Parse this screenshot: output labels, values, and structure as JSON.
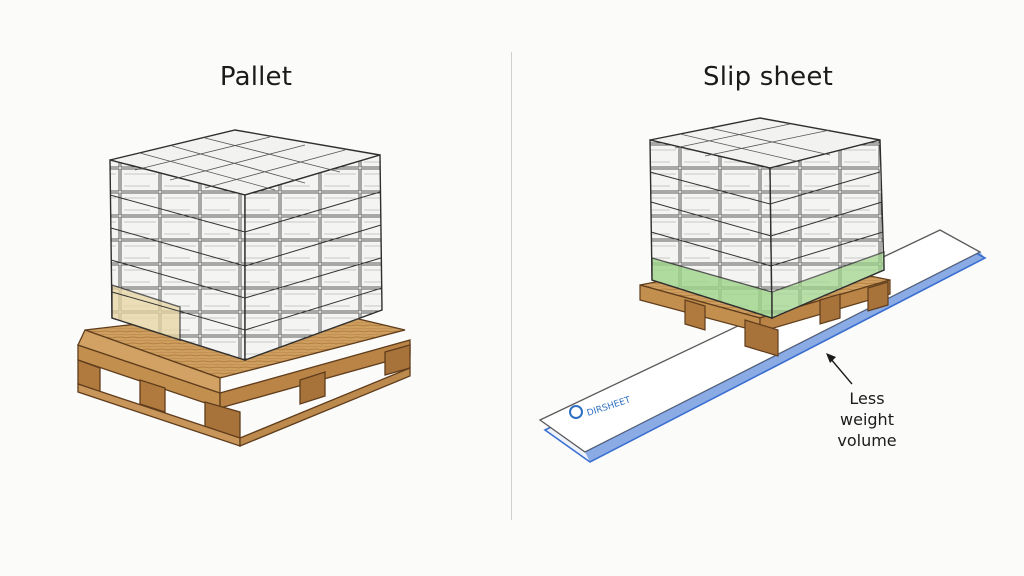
{
  "panels": {
    "left": {
      "title": "Pallet"
    },
    "right": {
      "title": "Slip sheet"
    }
  },
  "annotation": {
    "lines": [
      "Less",
      "weight",
      "volume"
    ]
  },
  "slip_sheet_logo_text": "DIRSHEET",
  "colors": {
    "wood": "#c99a5b",
    "wood_dark": "#8a5a2b",
    "box_line": "#3a3a3a",
    "green": "#9fd68a",
    "sheet_edge": "#3b6fd1"
  }
}
